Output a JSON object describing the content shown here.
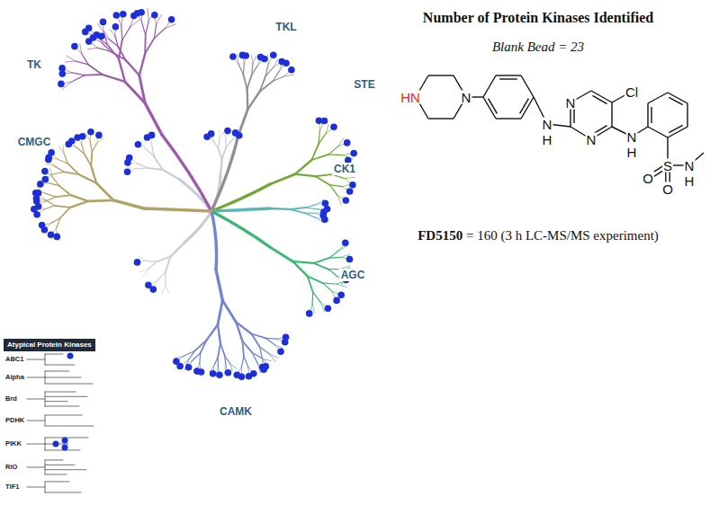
{
  "diagram": {
    "title": "Number of Protein Kinases Identified",
    "labels": [
      "TK",
      "TKL",
      "STE",
      "CK1",
      "CMGC",
      "AGC",
      "CAMK",
      "Atypical Protein Kinases",
      "ABC1",
      "Alpha",
      "Brd",
      "PDHK",
      "PIKK",
      "RIO",
      "TIF1",
      "HN",
      "N",
      "N",
      "H",
      "N",
      "N",
      "Cl",
      "N",
      "H",
      "S",
      "O",
      "O",
      "N",
      "H",
      "Blank Bead = 23",
      "FD5150",
      "= 160 (3 h LC-MS/MS experiment)"
    ]
  }
}
